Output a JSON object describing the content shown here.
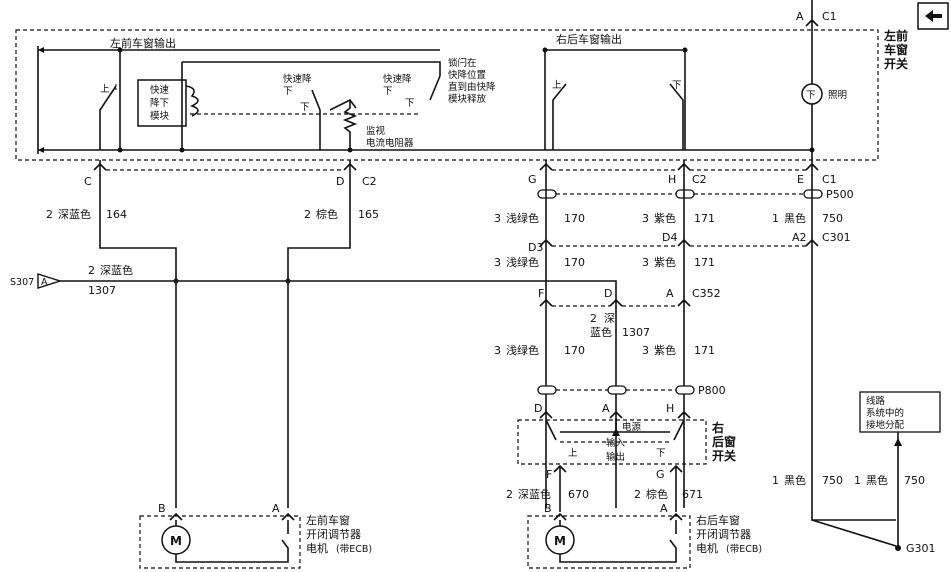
{
  "nav": {
    "back_icon": "left-arrow-icon"
  },
  "left_front_switch": {
    "title": [
      "左前",
      "车窗",
      "开关"
    ],
    "out_left": "左前车窗输出",
    "out_right": "右后车窗输出",
    "module": [
      "快速",
      "降下",
      "模块"
    ],
    "express_1": [
      "快速降",
      "下"
    ],
    "express_2": [
      "快速降",
      "下"
    ],
    "latch_note": [
      "锁闩在",
      "快降位置",
      "直到由快降",
      "模块释放"
    ],
    "monitor": [
      "监视",
      "电流电阻器"
    ],
    "illum": "照明",
    "up": "上",
    "down": "下",
    "up2": "上",
    "down2": "下",
    "down3": "下",
    "down4": "下"
  },
  "connectors": {
    "top_A": "A",
    "top_C1": "C1",
    "C": "C",
    "D": "D",
    "C2": "C2",
    "G": "G",
    "H": "H",
    "C2b": "C2",
    "E": "E",
    "C1b": "C1",
    "P500": "P500",
    "D3": "D3",
    "D4": "D4",
    "A2": "A2",
    "C301": "C301",
    "F": "F",
    "Dc": "D",
    "Ac": "A",
    "C352": "C352",
    "P800": "P800",
    "D_r": "D",
    "A_r": "A",
    "H_r": "H",
    "F_r": "F",
    "G_r": "G",
    "B_lf": "B",
    "A_lf": "A",
    "B_rr": "B",
    "A_rr": "A",
    "S307": "S307",
    "S307_pin": "A",
    "G301": "G301"
  },
  "wires": {
    "w164": [
      "2",
      "深蓝色",
      "164"
    ],
    "w165": [
      "2",
      "棕色",
      "165"
    ],
    "w1307": [
      "2",
      "深蓝色",
      "1307"
    ],
    "w170a": [
      "3",
      "浅绿色",
      "170"
    ],
    "w171a": [
      "3",
      "紫色",
      "171"
    ],
    "w750a": [
      "1",
      "黑色",
      "750"
    ],
    "w170b": [
      "3",
      "浅绿色",
      "170"
    ],
    "w171b": [
      "3",
      "紫色",
      "171"
    ],
    "w1307b": [
      "2",
      "深",
      "蓝色",
      "1307"
    ],
    "w170c": [
      "3",
      "浅绿色",
      "170"
    ],
    "w171c": [
      "3",
      "紫色",
      "171"
    ],
    "w670": [
      "2",
      "深蓝色",
      "670"
    ],
    "w671": [
      "2",
      "棕色",
      "671"
    ],
    "w750b": [
      "1",
      "黑色",
      "750"
    ],
    "w750c": [
      "1",
      "黑色",
      "750"
    ]
  },
  "rear_switch": {
    "title": [
      "右",
      "后窗",
      "开关"
    ],
    "power": "电源",
    "input": "输入",
    "output": "输出",
    "up": "上",
    "down": "下"
  },
  "motors": {
    "lf": [
      "左前车窗",
      "开闭调节器",
      "电机"
    ],
    "lf_note": "(带ECB)",
    "rr": [
      "右后车窗",
      "开闭调节器",
      "电机"
    ],
    "rr_note": "(带ECB)",
    "m": "M",
    "m2": "M"
  },
  "ground_box": [
    "线路",
    "系统中的",
    "接地分配"
  ]
}
